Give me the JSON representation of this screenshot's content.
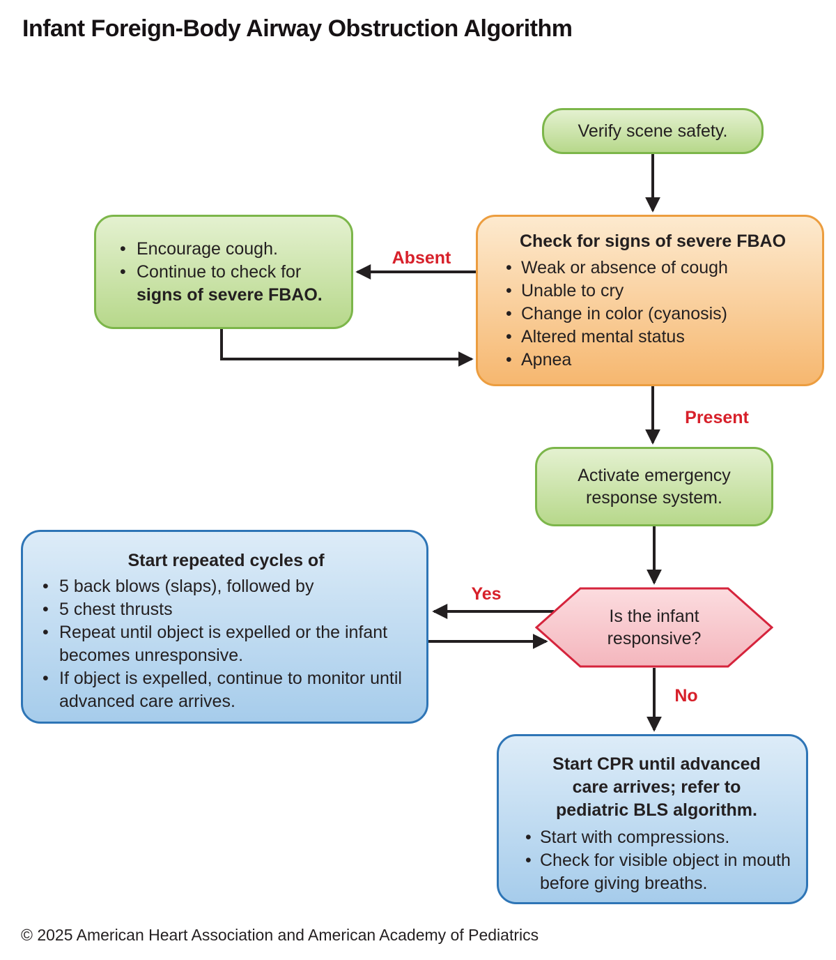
{
  "title": "Infant Foreign-Body Airway Obstruction Algorithm",
  "footer": "© 2025 American Heart Association and American Academy of Pediatrics",
  "labels": {
    "absent": "Absent",
    "present": "Present",
    "yes": "Yes",
    "no": "No"
  },
  "colors": {
    "green_border": "#7cb64a",
    "green_fill_top": "#e4f1d0",
    "green_fill_bottom": "#b7d88b",
    "orange_border": "#ec9d3f",
    "orange_fill_top": "#fdeacf",
    "orange_fill_bottom": "#f6b76f",
    "pink_border": "#d5243c",
    "pink_fill_top": "#fcdcdf",
    "pink_fill_bottom": "#f4b6bd",
    "blue_border": "#2e75b6",
    "blue_fill_top": "#ddecf8",
    "blue_fill_bottom": "#a6cceb",
    "label_red": "#d7202a",
    "line_black": "#231f20"
  },
  "nodes": {
    "verify": {
      "text": "Verify scene safety."
    },
    "check": {
      "title": "Check for signs of severe FBAO",
      "bullets": [
        "Weak or absence of cough",
        "Unable to cry",
        "Change in color (cyanosis)",
        "Altered mental status",
        "Apnea"
      ]
    },
    "encourage": {
      "bullet1": "Encourage cough.",
      "bullet2_normal": "Continue to check for ",
      "bullet2_bold": "signs of severe FBAO."
    },
    "activate": {
      "line1": "Activate emergency",
      "line2": "response system."
    },
    "responsive": {
      "line1": "Is the infant",
      "line2": "responsive?"
    },
    "cycles": {
      "title": "Start repeated cycles of",
      "bullets": [
        "5 back blows (slaps), followed by",
        "5 chest thrusts",
        "Repeat until object is expelled or the infant becomes unresponsive.",
        "If object is expelled, continue to monitor until advanced care arrives."
      ]
    },
    "cpr": {
      "title_lines": [
        "Start CPR until advanced",
        "care arrives; refer to",
        "pediatric BLS algorithm."
      ],
      "bullets": [
        "Start with compressions.",
        "Check for visible object in mouth before giving breaths."
      ]
    }
  }
}
